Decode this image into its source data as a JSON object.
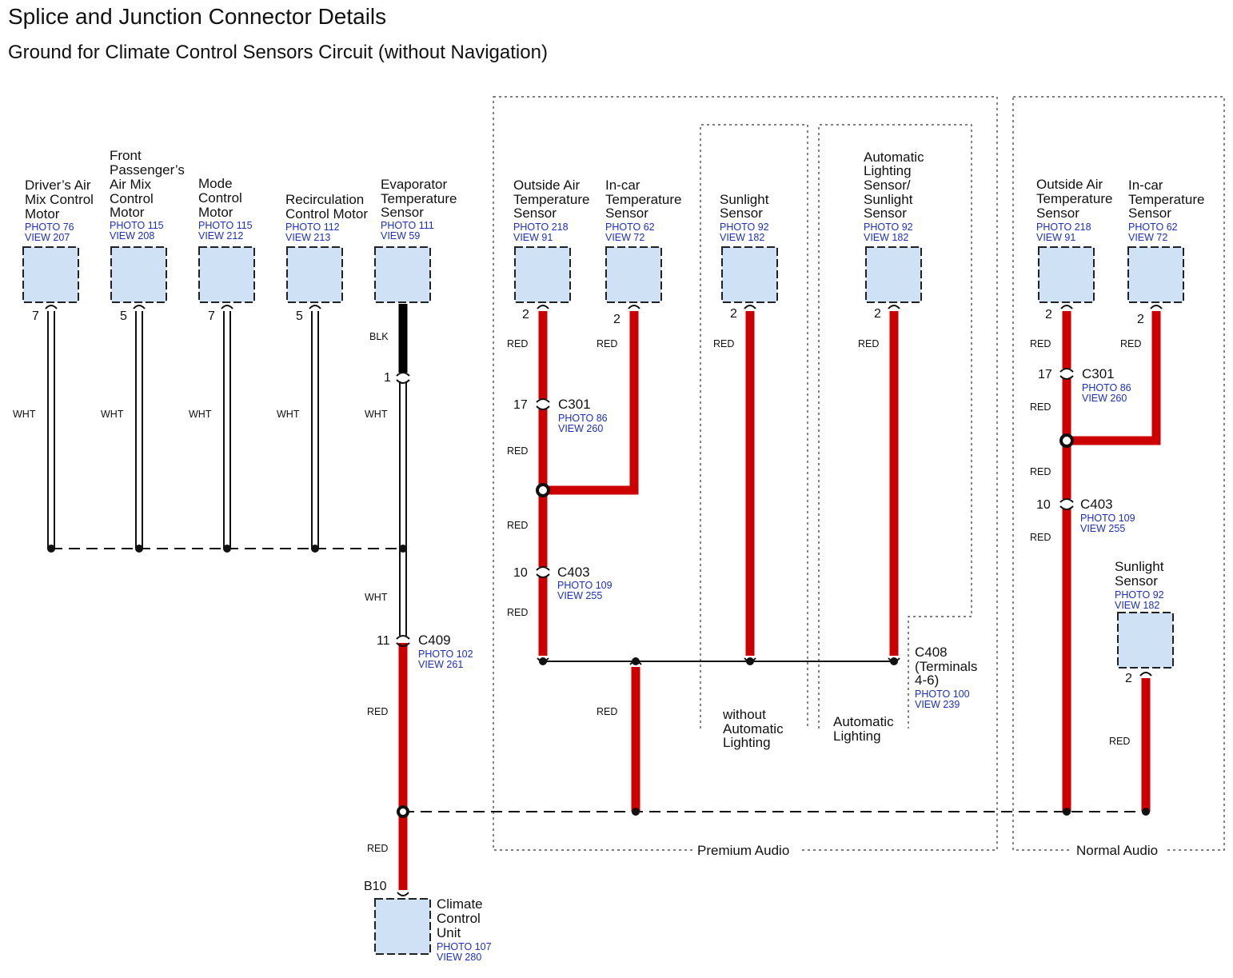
{
  "title": "Splice and Junction Connector Details",
  "subtitle": "Ground for Climate Control Sensors Circuit (without Navigation)",
  "regions": {
    "premium_audio": "Premium Audio",
    "normal_audio": "Normal Audio",
    "without_automatic_lighting": [
      "without",
      "Automatic",
      "Lighting"
    ],
    "automatic_lighting": [
      "Automatic",
      "Lighting"
    ]
  },
  "components": {
    "drivers_air_mix": {
      "name": [
        "Driver’s Air",
        "Mix Control",
        "Motor"
      ],
      "photo": "PHOTO 76",
      "view": "VIEW 207",
      "pin": "7"
    },
    "front_passenger_air_mix": {
      "name": [
        "Front",
        "Passenger’s",
        "Air Mix",
        "Control",
        "Motor"
      ],
      "photo": "PHOTO 115",
      "view": "VIEW 208",
      "pin": "5"
    },
    "mode_control": {
      "name": [
        "Mode",
        "Control",
        "Motor"
      ],
      "photo": "PHOTO 115",
      "view": "VIEW 212",
      "pin": "7"
    },
    "recirculation": {
      "name": [
        "Recirculation",
        "Control Motor"
      ],
      "photo": "PHOTO 112",
      "view": "VIEW 213",
      "pin": "5"
    },
    "evaporator": {
      "name": [
        "Evaporator",
        "Temperature",
        "Sensor"
      ],
      "photo": "PHOTO 111",
      "view": "VIEW 59",
      "pin": "1"
    },
    "outside_air_premium": {
      "name": [
        "Outside Air",
        "Temperature",
        "Sensor"
      ],
      "photo": "PHOTO 218",
      "view": "VIEW 91",
      "pin": "2"
    },
    "incar_premium": {
      "name": [
        "In-car",
        "Temperature",
        "Sensor"
      ],
      "photo": "PHOTO 62",
      "view": "VIEW 72",
      "pin": "2"
    },
    "sunlight_premium": {
      "name": [
        "Sunlight",
        "Sensor"
      ],
      "photo": "PHOTO 92",
      "view": "VIEW 182",
      "pin": "2"
    },
    "auto_lighting_sunlight": {
      "name": [
        "Automatic",
        "Lighting",
        "Sensor/",
        "Sunlight",
        "Sensor"
      ],
      "photo": "PHOTO 92",
      "view": "VIEW 182",
      "pin": "2"
    },
    "outside_air_normal": {
      "name": [
        "Outside Air",
        "Temperature",
        "Sensor"
      ],
      "photo": "PHOTO 218",
      "view": "VIEW 91",
      "pin": "2"
    },
    "incar_normal": {
      "name": [
        "In-car",
        "Temperature",
        "Sensor"
      ],
      "photo": "PHOTO 62",
      "view": "VIEW 72",
      "pin": "2"
    },
    "sunlight_normal": {
      "name": [
        "Sunlight",
        "Sensor"
      ],
      "photo": "PHOTO 92",
      "view": "VIEW 182",
      "pin": "2"
    },
    "climate_control_unit": {
      "name": [
        "Climate",
        "Control",
        "Unit"
      ],
      "photo": "PHOTO 107",
      "view": "VIEW 280",
      "pin": "B10"
    }
  },
  "connectors": {
    "c301_premium": {
      "name": "C301",
      "photo": "PHOTO 86",
      "view": "VIEW 260",
      "pin": "17"
    },
    "c403_premium": {
      "name": "C403",
      "photo": "PHOTO 109",
      "view": "VIEW 255",
      "pin": "10"
    },
    "c409": {
      "name": "C409",
      "photo": "PHOTO 102",
      "view": "VIEW 261",
      "pin": "11"
    },
    "c408": {
      "name": [
        "C408",
        "(Terminals",
        "4-6)"
      ],
      "photo": "PHOTO 100",
      "view": "VIEW 239"
    },
    "c301_normal": {
      "name": "C301",
      "photo": "PHOTO 86",
      "view": "VIEW 260",
      "pin": "17"
    },
    "c403_normal": {
      "name": "C403",
      "photo": "PHOTO 109",
      "view": "VIEW 255",
      "pin": "10"
    },
    "evap_pin_top": "1"
  },
  "wire_colors": {
    "wht": "WHT",
    "blk": "BLK",
    "red": "RED"
  },
  "colors": {
    "red_wire": "#cc0000",
    "component_fill": "#cfe2f5",
    "reference_text": "#1c2fc4"
  }
}
